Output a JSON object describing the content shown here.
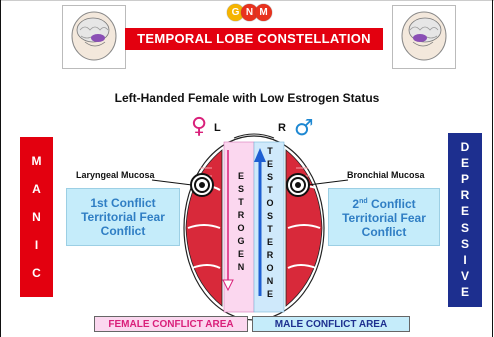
{
  "logo": {
    "letters": [
      "G",
      "N",
      "M"
    ],
    "colors": [
      "#f5b400",
      "#e8321e",
      "#e8321e"
    ]
  },
  "title": "TEMPORAL LOBE  CONSTELLATION",
  "subtitle": "Left-Handed Female with Low Estrogen Status",
  "left_banner": {
    "letters": [
      "M",
      "A",
      "N",
      "I",
      "C"
    ],
    "color": "#e3000f"
  },
  "right_banner": {
    "letters": [
      "D",
      "E",
      "P",
      "R",
      "E",
      "S",
      "S",
      "I",
      "V",
      "E"
    ],
    "color": "#1d2f8f"
  },
  "female_symbol": "♀",
  "male_symbol": "♂",
  "side_left": "L",
  "side_right": "R",
  "left_label": "Laryngeal Mucosa",
  "right_label": "Bronchial Mucosa",
  "left_conflict": {
    "line1": "1st Conflict",
    "line2": "Territorial Fear",
    "line3": "Conflict"
  },
  "right_conflict": {
    "line1_number": "2",
    "line1_suffix": "nd",
    "line1_rest": " Conflict",
    "line2": "Territorial Fear",
    "line3": "Conflict"
  },
  "estrogen_letters": [
    "E",
    "S",
    "T",
    "R",
    "O",
    "G",
    "E",
    "N"
  ],
  "testosterone_letters": [
    "T",
    "E",
    "S",
    "T",
    "O",
    "S",
    "T",
    "E",
    "R",
    "O",
    "N",
    "E"
  ],
  "female_area": "FEMALE CONFLICT AREA",
  "male_area": "MALE CONFLICT AREA",
  "colors": {
    "accent_red": "#e3000f",
    "female_pink": "#d9207a",
    "male_blue": "#1e88d2",
    "box_blue": "#c5ecfa"
  }
}
